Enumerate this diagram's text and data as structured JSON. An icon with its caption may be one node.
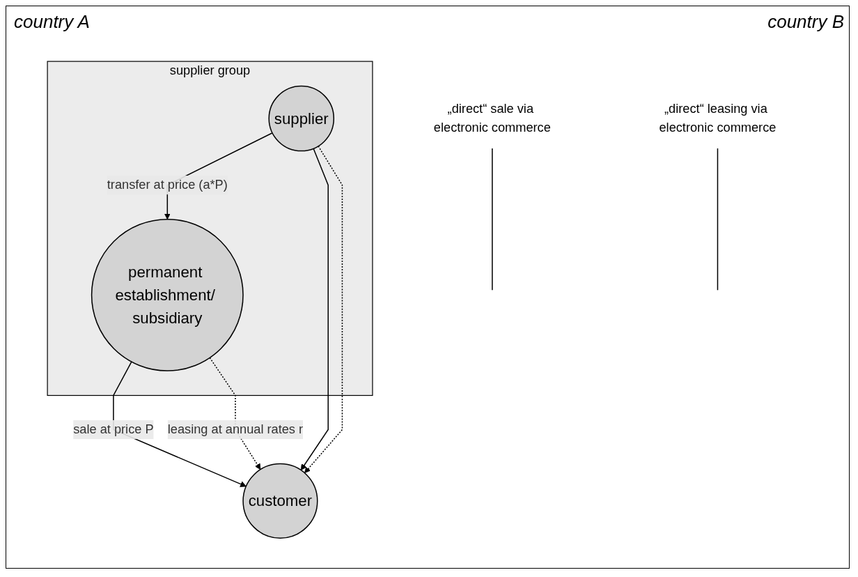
{
  "diagram": {
    "nodes": [
      {
        "text": [
          "supplier group"
        ]
      },
      {
        "text": [
          "supplier"
        ],
        "in": 0
      },
      {
        "text": [
          "permanent establishment/ subsidiary"
        ],
        "in": 0
      },
      {
        "text": [
          "customer"
        ]
      },
      {
        "text": [
          "„direct“ sale via electronic commerce"
        ]
      },
      {
        "text": [
          "„direct“ leasing via electronic commerce"
        ]
      }
    ],
    "edges": [
      {
        "from": 1,
        "to": 2,
        "arrow": "to",
        "label": "transfer at price (a*P)"
      },
      {
        "from": 2,
        "to": 3,
        "arrow": "to",
        "label": "sale at price P"
      },
      {
        "from": 2,
        "to": 3,
        "arrow": "to",
        "label": "leasing at annual rates r",
        "style": "dashed"
      },
      {
        "from": 1,
        "to": 3,
        "arrow": "to"
      },
      {
        "from": 1,
        "to": 3,
        "arrow": "to",
        "style": "dashed"
      },
      {
        "from": 4,
        "to": null,
        "arrow": "none"
      },
      {
        "from": 5,
        "to": null,
        "arrow": "none"
      }
    ],
    "labels": [
      "country A",
      "country B"
    ]
  }
}
